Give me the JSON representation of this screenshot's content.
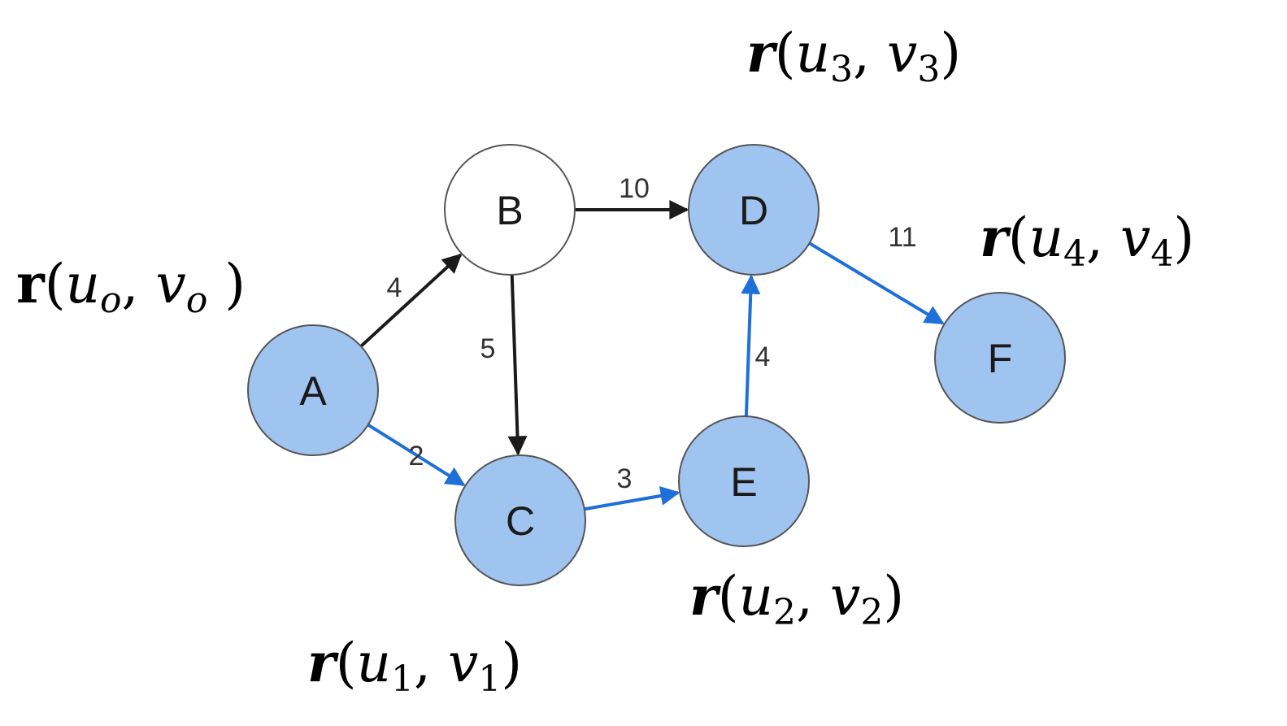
{
  "colors": {
    "path_edge": "#1e6fd9",
    "plain_edge": "#1a1a1a",
    "highlight_fill": "#a0c4f0",
    "plain_fill": "#ffffff",
    "node_stroke": "#555555"
  },
  "nodes": [
    {
      "id": "A",
      "label": "A",
      "highlighted": true
    },
    {
      "id": "B",
      "label": "B",
      "highlighted": false
    },
    {
      "id": "C",
      "label": "C",
      "highlighted": true
    },
    {
      "id": "D",
      "label": "D",
      "highlighted": true
    },
    {
      "id": "E",
      "label": "E",
      "highlighted": true
    },
    {
      "id": "F",
      "label": "F",
      "highlighted": true
    }
  ],
  "edges": [
    {
      "from": "A",
      "to": "B",
      "weight": "4",
      "highlighted": false
    },
    {
      "from": "A",
      "to": "C",
      "weight": "2",
      "highlighted": true
    },
    {
      "from": "B",
      "to": "C",
      "weight": "5",
      "highlighted": false
    },
    {
      "from": "B",
      "to": "D",
      "weight": "10",
      "highlighted": false
    },
    {
      "from": "C",
      "to": "E",
      "weight": "3",
      "highlighted": true
    },
    {
      "from": "E",
      "to": "D",
      "weight": "4",
      "highlighted": true
    },
    {
      "from": "D",
      "to": "F",
      "weight": "11",
      "highlighted": true
    }
  ],
  "annotations": [
    {
      "id": "r0",
      "text": "r(u_o, v_o )"
    },
    {
      "id": "r1",
      "text": "r(u_1, v_1)"
    },
    {
      "id": "r2",
      "text": "r(u_2, v_2)"
    },
    {
      "id": "r3",
      "text": "r(u_3, v_3)"
    },
    {
      "id": "r4",
      "text": "r(u_4, v_4)"
    }
  ]
}
